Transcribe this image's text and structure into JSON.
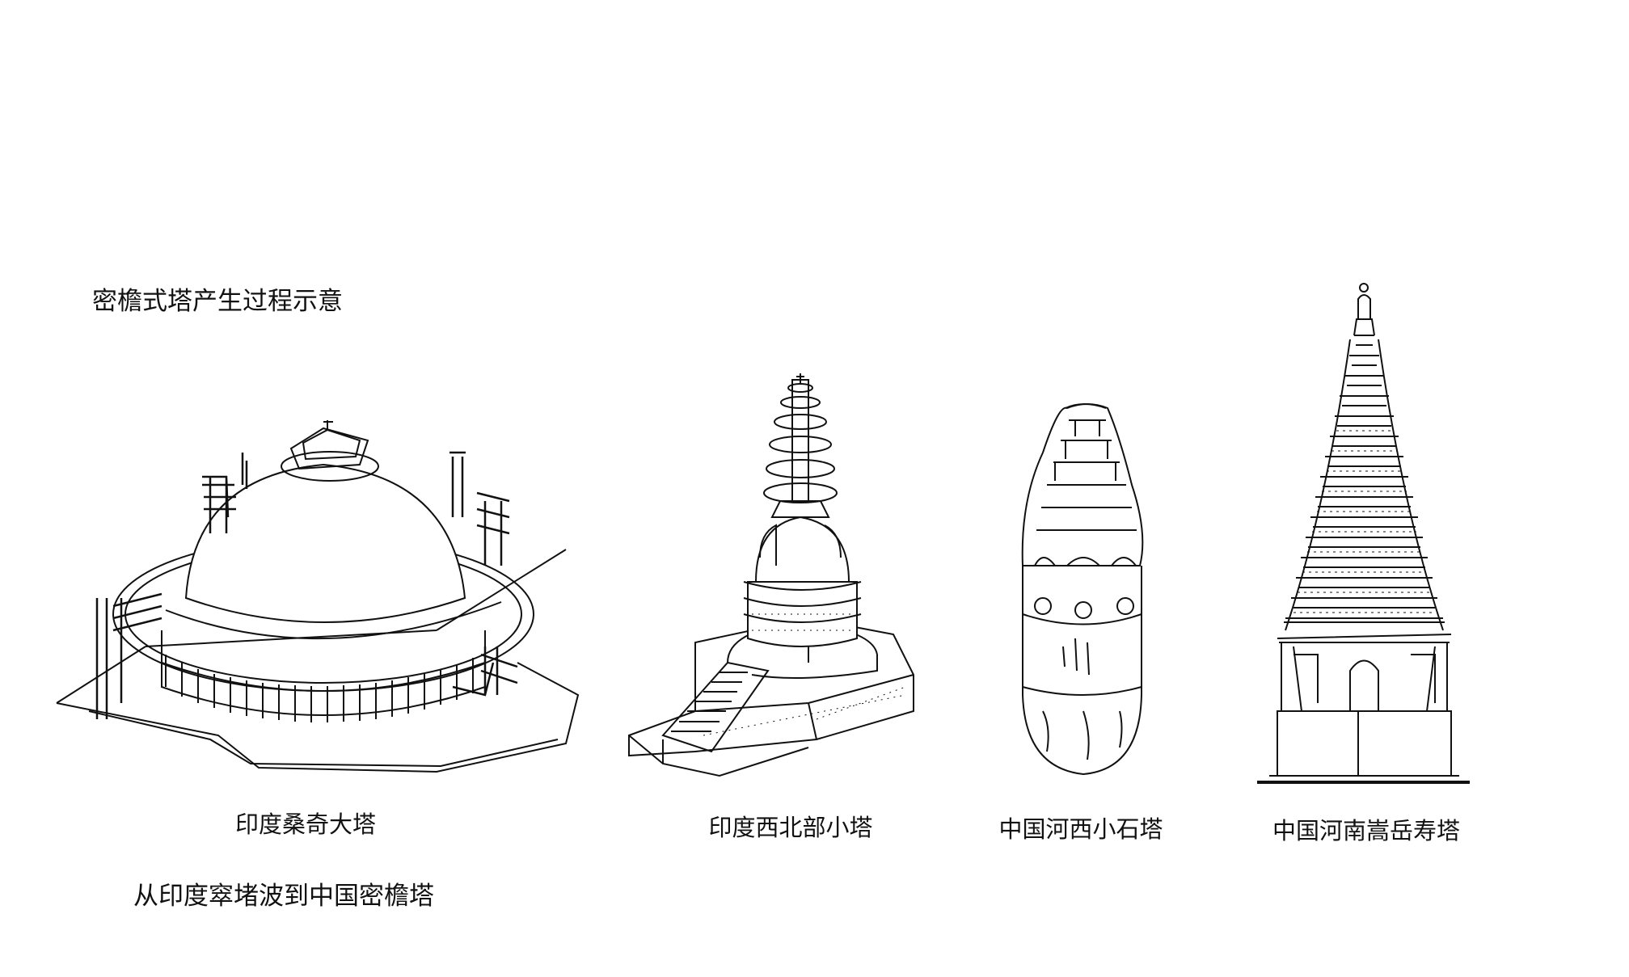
{
  "title": "密檐式塔产生过程示意",
  "figures": [
    {
      "label": "印度桑奇大塔",
      "icon": "sanchi-stupa-drawing"
    },
    {
      "label": "印度西北部小塔",
      "icon": "northwest-india-small-stupa-drawing"
    },
    {
      "label": "中国河西小石塔",
      "icon": "hexi-stone-pagoda-drawing"
    },
    {
      "label": "中国河南嵩岳寿塔",
      "icon": "songyue-pagoda-drawing"
    }
  ],
  "subtitle": "从印度窣堵波到中国密檐塔"
}
